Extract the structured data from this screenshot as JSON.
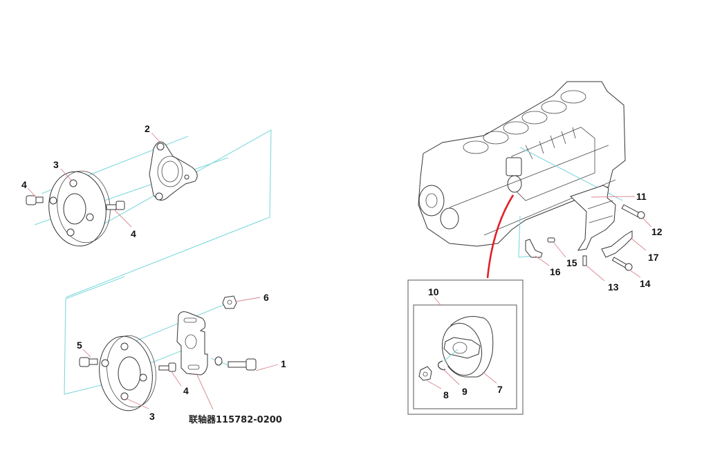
{
  "diagram": {
    "colors": {
      "leader_line": "#d9848c",
      "alignment_line": "#7fd8dc",
      "red_arrow": "#e0202a",
      "outline": "#333333"
    },
    "upper_left_assembly": {
      "labels": [
        "2",
        "3",
        "4",
        "4"
      ]
    },
    "lower_left_assembly": {
      "labels": [
        "6",
        "5",
        "1",
        "4",
        "3"
      ],
      "caption": "联轴器115782-0200"
    },
    "engine_assembly": {
      "labels": [
        "11",
        "12",
        "17",
        "15",
        "16",
        "13",
        "14"
      ]
    },
    "detail_inset": {
      "labels": [
        "10",
        "7",
        "8",
        "9"
      ]
    }
  }
}
